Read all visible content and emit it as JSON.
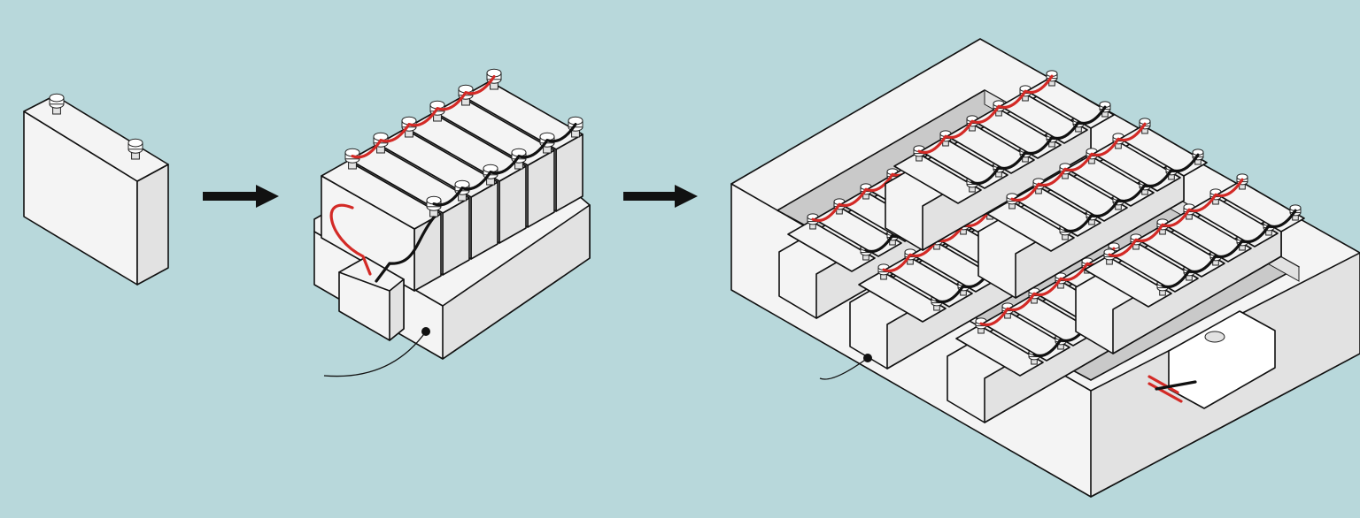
{
  "colors": {
    "background": "#b8d8db",
    "face_light": "#f4f4f4",
    "face_mid": "#e2e2e2",
    "face_dark": "#c9c9c9",
    "outline": "#111111",
    "wire_positive": "#d32a26",
    "wire_negative": "#111111",
    "arrow": "#111111"
  },
  "stages": [
    {
      "name": "battery-cell",
      "icon": "battery-cell-icon"
    },
    {
      "name": "battery-module",
      "icon": "battery-module-icon"
    },
    {
      "name": "battery-pack",
      "icon": "battery-pack-icon"
    }
  ],
  "arrows": [
    {
      "from": "battery-cell",
      "to": "battery-module",
      "icon": "arrow-right-icon"
    },
    {
      "from": "battery-module",
      "to": "battery-pack",
      "icon": "arrow-right-icon"
    }
  ],
  "callout_leaders": [
    {
      "target": "battery-module",
      "icon": "callout-dot-icon"
    },
    {
      "target": "battery-pack",
      "icon": "callout-dot-icon"
    }
  ]
}
